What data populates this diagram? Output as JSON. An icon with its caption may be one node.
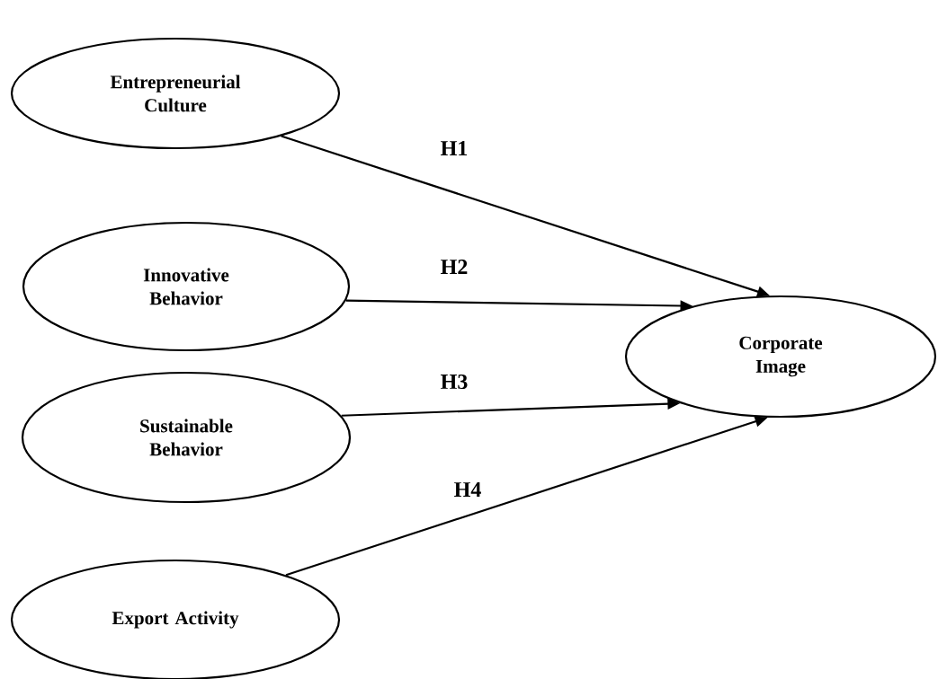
{
  "diagram": {
    "nodes": [
      {
        "text": [
          "Entrepreneurial Culture"
        ]
      },
      {
        "text": [
          "Innovative Behavior"
        ]
      },
      {
        "text": [
          "Sustainable Behavior"
        ]
      },
      {
        "text": [
          "Export Activity"
        ]
      },
      {
        "text": [
          "Corporate Image"
        ]
      }
    ],
    "edges": [
      {
        "from": 0,
        "to": 4,
        "arrow": "to",
        "label": "H1"
      },
      {
        "from": 1,
        "to": 4,
        "arrow": "to",
        "label": "H2"
      },
      {
        "from": 2,
        "to": 4,
        "arrow": "to",
        "label": "H3"
      },
      {
        "from": 3,
        "to": 4,
        "arrow": "to",
        "label": "H4"
      }
    ]
  }
}
